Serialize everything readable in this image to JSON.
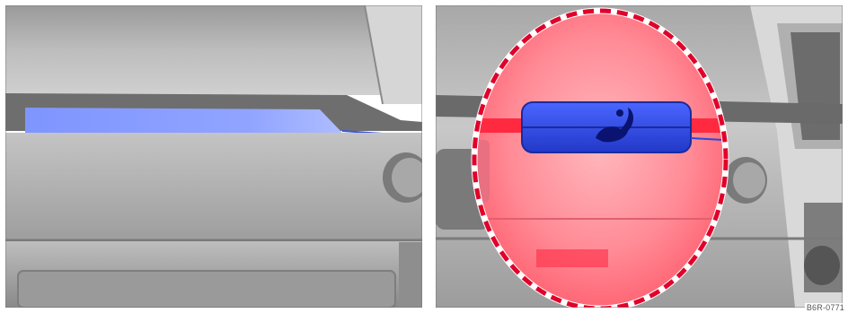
{
  "figure": {
    "code": "B6R-0771"
  },
  "panels": [
    {
      "name": "left",
      "content": "dashboard-passenger-side-airbag-location"
    },
    {
      "name": "right",
      "content": "airbag-warning-label-magnified"
    }
  ],
  "colors": {
    "airbag_highlight": "#7f9bff",
    "warning_label_blue": "#2b47d6",
    "magnifier_fill": "#ff6a78",
    "magnifier_border": "#e0002a",
    "dashboard_grey": "#b4b4b4"
  },
  "icons": {
    "airbag_symbol": "seated-person-airbag-icon"
  }
}
